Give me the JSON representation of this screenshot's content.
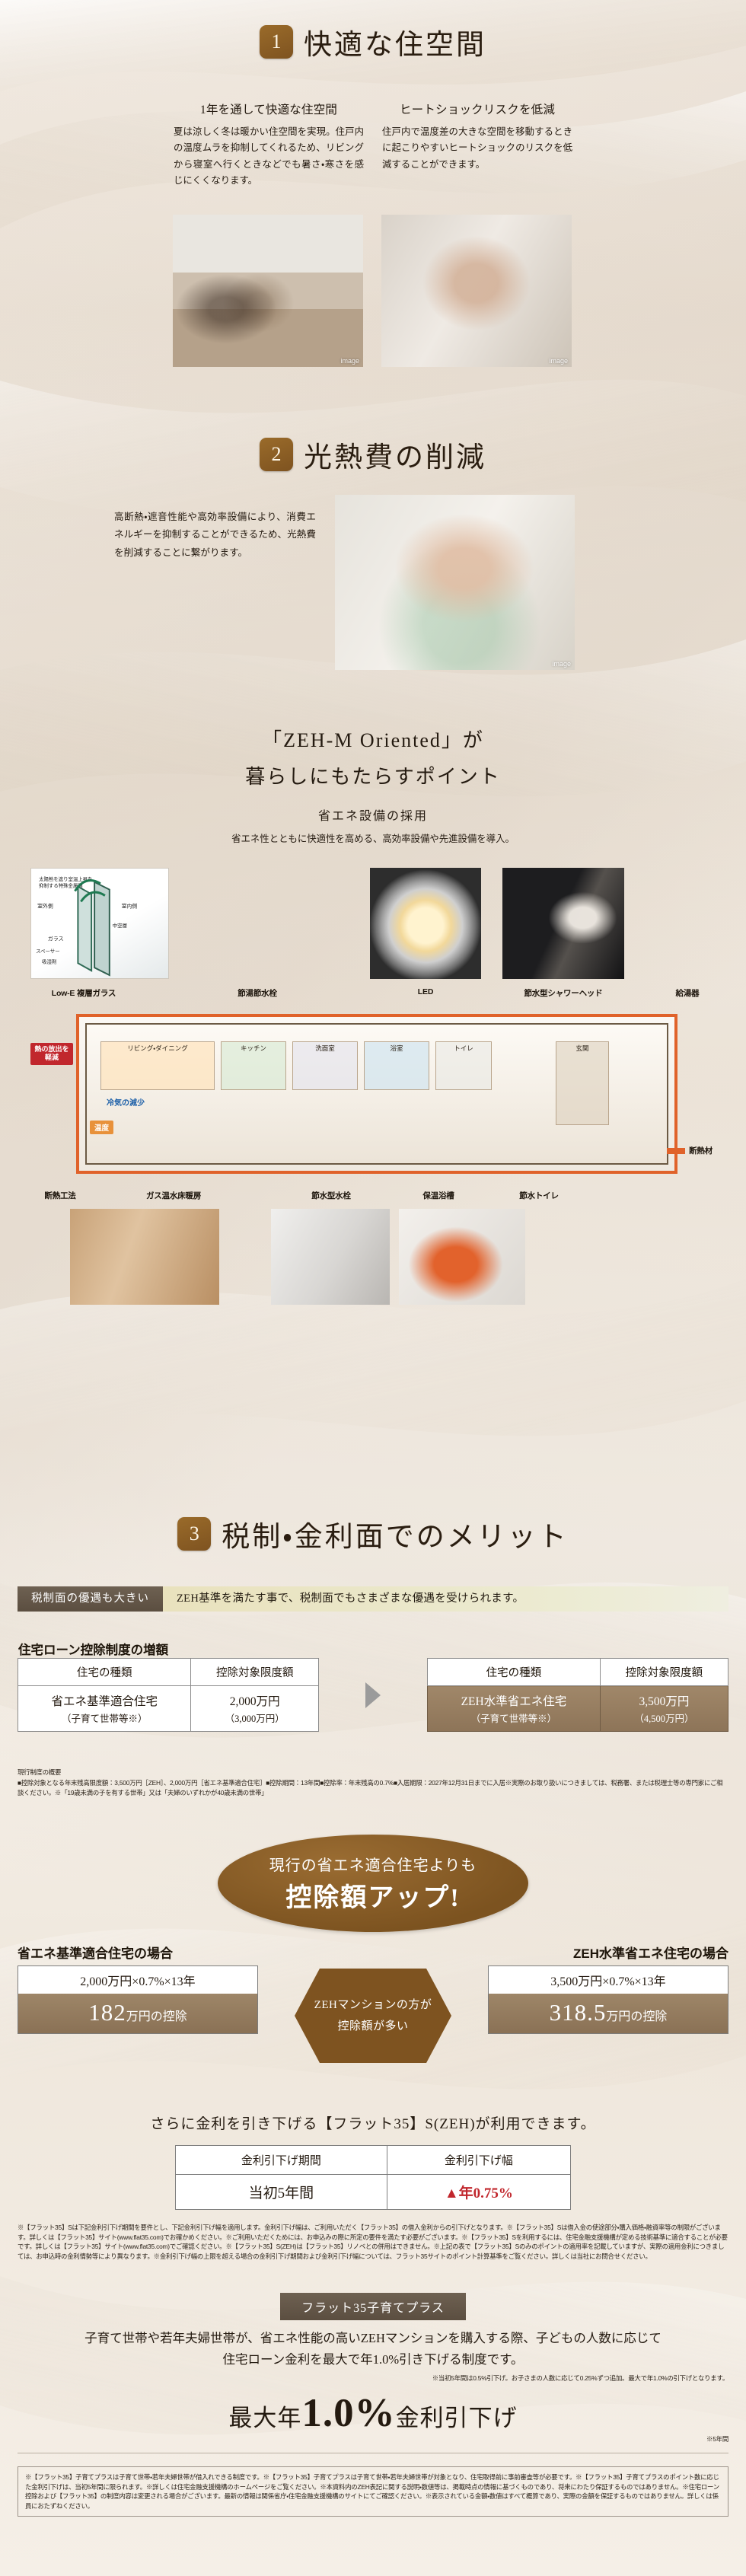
{
  "theme": {
    "brown": "#7e5320",
    "dark_ribbon": "#5b4e40",
    "cream_ribbon": "#ecebd2",
    "red": "#c1272d"
  },
  "section1": {
    "number": "1",
    "title": "快適な住空間",
    "columns": [
      {
        "heading": "1年を通して快適な住空間",
        "body": "夏は涼しく冬は暖かい住空間を実現。住戸内の温度ムラを抑制してくれるため、リビングから寝室へ行くときなどでも暑さ・寒さを感じにくくなります。",
        "image_caption": "image"
      },
      {
        "heading": "ヒートショックリスクを低減",
        "body": "住戸内で温度差の大きな空間を移動するときに起こりやすいヒートショックのリスクを低減することができます。",
        "image_caption": "image"
      }
    ]
  },
  "section2": {
    "number": "2",
    "title": "光熱費の削減",
    "body": "高断熱・遮音性能や高効率設備により、消費エネルギーを抑制することができるため、光熱費を削減することに繋がります。",
    "image_caption": "image"
  },
  "zeh": {
    "title_line1": "「ZEH-M Oriented」が",
    "title_line2": "暮らしにもたらすポイント",
    "subtitle": "省エネ設備の採用",
    "lead": "省エネ性とともに快適性を高める、高効率設備や先進設備を導入。",
    "top_labels": [
      "Low-E 複層ガラス",
      "節湯節水栓",
      "LED",
      "節水型シャワーヘッド",
      "給湯器"
    ],
    "bottom_labels": [
      "断熱工法",
      "ガス温水床暖房",
      "節水型水栓",
      "保温浴槽",
      "節水トイレ"
    ],
    "glass_diagram": {
      "title": "太陽熱を遮り室温上昇を抑制する特殊金属膜",
      "labels": [
        "室外側",
        "室内側",
        "ガラス",
        "特殊金属膜",
        "中空層",
        "スペーサー",
        "吸湿剤"
      ]
    },
    "cutaway": {
      "left_tag": "熱の放出を軽減",
      "rooms": [
        "リビング・ダイニング",
        "キッチン",
        "洗面室",
        "浴室",
        "トイレ",
        "玄関"
      ],
      "cold_label": "冷気の減少",
      "warm_label": "温度",
      "legend": "断熱材"
    }
  },
  "section3": {
    "number": "3",
    "title": "税制・金利面でのメリット",
    "ribbon_label": "税制面の優遇も大きい",
    "ribbon_text": "ZEH基準を満たす事で、税制面でもさまざまな優遇を受けられます。",
    "subheading": "住宅ローン控除制度の増額",
    "table_left": {
      "headers": [
        "住宅の種類",
        "控除対象限度額"
      ],
      "row": {
        "type": "省エネ基準適合住宅",
        "type_sub": "（子育て世帯等※）",
        "amount": "2,000万円",
        "amount_sub": "（3,000万円）"
      }
    },
    "table_right": {
      "headers": [
        "住宅の種類",
        "控除対象限度額"
      ],
      "row": {
        "type": "ZEH水準省エネ住宅",
        "type_sub": "（子育て世帯等※）",
        "amount": "3,500万円",
        "amount_sub": "（4,500万円）"
      }
    },
    "notes_title": "現行制度の概要",
    "notes": "■控除対象となる年末残高限度額：3,500万円［ZEH］、2,000万円［省エネ基準適合住宅］■控除期間：13年間■控除率：年末残高の0.7%■入居期限：2027年12月31日までに入居※実際のお取り扱いにつきましては、税務署、または税理士等の専門家にご相談ください。※「19歳未満の子を有する世帯」又は「夫婦のいずれかが40歳未満の世帯」",
    "ellipse_line1": "現行の省エネ適合住宅よりも",
    "ellipse_line2": "控除額アップ!",
    "case_left": {
      "heading": "省エネ基準適合住宅の場合",
      "formula": "2,000万円×0.7%×13年",
      "result_num": "182",
      "result_unit": "万円の控除"
    },
    "case_right": {
      "heading": "ZEH水準省エネ住宅の場合",
      "formula": "3,500万円×0.7%×13年",
      "result_num": "318.5",
      "result_unit": "万円の控除"
    },
    "hex_line1": "ZEHマンションの方が",
    "hex_line2": "控除額が多い",
    "flat35_lead": "さらに金利を引き下げる【フラット35】S(ZEH)が利用できます。",
    "rate_table": {
      "headers": [
        "金利引下げ期間",
        "金利引下げ幅"
      ],
      "row": [
        "当初5年間",
        "▲年0.75%"
      ]
    },
    "flat35_notes": "※【フラット35】Sは下記金利引下げ期間を要件とし、下記金利引下げ幅を適用します。金利引下げ幅は、ご利用いただく【フラット35】の借入金利からの引下げとなります。※【フラット35】Sは借入金の使途部分・購入価格・融資率等の制限がございます。詳しくは【フラット35】サイト(www.flat35.com)でお確かめください。※ご利用いただくためには、お申込みの際に所定の要件を満たす必要がございます。※【フラット35】Sを利用するには、住宅金融支援機構が定める技術基準に適合することが必要です。詳しくは【フラット35】サイト(www.flat35.com)でご確認ください。※【フラット35】S(ZEH)は【フラット35】リノベとの併用はできません。※上記の表で【フラット35】Sのみのポイントの適用率を記載していますが、実際の適用金利につきましては、お申込時の金利情勢等により異なります。※金利引下げ幅の上限を超える場合の金利引下げ期間および金利引下げ幅については、フラット35サイトのポイント計算基準をご覧ください。詳しくは当社にお問合せください。",
    "child_badge": "フラット35子育てプラス",
    "child_text_line1": "子育て世帯や若年夫婦世帯が、省エネ性能の高いZEHマンションを購入する際、子どもの人数に応じて",
    "child_text_line2": "住宅ローン金利を最大で年1.0%引き下げる制度です。",
    "child_note": "※当初5年間は0.5%引下げ。お子さまの人数に応じて0.25%ずつ追加。最大で年1.0%の引下げとなります。",
    "claim_prefix": "最大年",
    "claim_num": "1.0%",
    "claim_suffix": "金利引下げ",
    "claim_note": "※5年間",
    "footer_notes": "※【フラット35】子育てプラスは子育て世帯・若年夫婦世帯が借入れできる制度です。※【フラット35】子育てプラスは子育て世帯・若年夫婦世帯が対象となり、住宅取得前に事前審査等が必要です。※【フラット35】子育てプラスのポイント数に応じた金利引下げは、当初5年間に限られます。※詳しくは住宅金融支援機構のホームページをご覧ください。※本資料内のZEH表記に関する説明・数値等は、掲載時点の情報に基づくものであり、将来にわたり保証するものではありません。※住宅ローン控除および【フラット35】の制度内容は変更される場合がございます。最新の情報は関係省庁・住宅金融支援機構のサイトにてご確認ください。※表示されている金額・数値はすべて概算であり、実際の金額を保証するものではありません。詳しくは係員におたずねください。"
  }
}
